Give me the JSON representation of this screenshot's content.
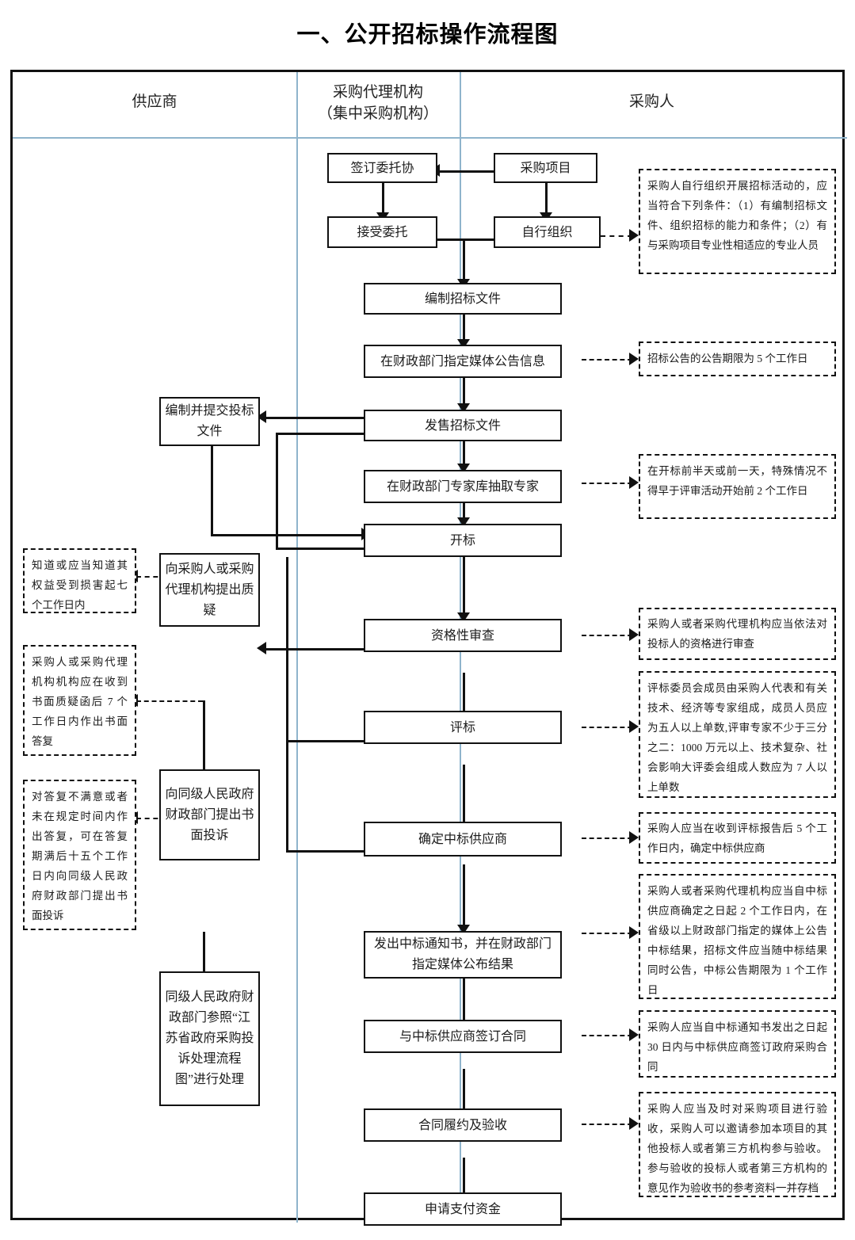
{
  "title": "一、公开招标操作流程图",
  "lanes": [
    {
      "name": "supplier",
      "label": "供应商",
      "label2": ""
    },
    {
      "name": "agency",
      "label": "采购代理机构",
      "label2": "（集中采购机构）"
    },
    {
      "name": "purchaser",
      "label": "采购人",
      "label2": ""
    }
  ],
  "boxes": {
    "sign_entrust": "签订委托协",
    "purchase_project": "采购项目",
    "accept_entrust": "接受委托",
    "self_organize": "自行组织",
    "prepare_docs": "编制招标文件",
    "announce_media": "在财政部门指定媒体公告信息",
    "issue_docs": "发售招标文件",
    "draw_experts": "在财政部门专家库抽取专家",
    "open_bid": "开标",
    "qualification": "资格性审查",
    "evaluate": "评标",
    "determine_winner": "确定中标供应商",
    "issue_notice": "发出中标通知书，并在财政部门指定媒体公布结果",
    "sign_contract": "与中标供应商签订合同",
    "perform_accept": "合同履约及验收",
    "apply_payment": "申请支付资金",
    "prepare_bid_docs": "编制并提交投标文件",
    "raise_query": "向采购人或采购代理机构提出质疑",
    "file_complaint": "向同级人民政府财政部门提出书面投诉",
    "handle_complaint": "同级人民政府财政部门参照“江苏省政府采购投诉处理流程图”进行处理"
  },
  "notes": {
    "self_organize_note": "采购人自行组织开展招标活动的，应当符合下列条件：（1）有编制招标文件、组织招标的能力和条件；（2）有与采购项目专业性相适应的专业人员",
    "announce_note": "招标公告的公告期限为 5 个工作日",
    "experts_note": "在开标前半天或前一天，特殊情况不得早于评审活动开始前 2 个工作日",
    "qualification_note": "采购人或者采购代理机构应当依法对投标人的资格进行审查",
    "evaluate_note": "评标委员会成员由采购人代表和有关技术、经济等专家组成，成员人员应为五人以上单数,评审专家不少于三分之二：1000 万元以上、技术复杂、社会影响大评委会组成人数应为 7 人以上单数",
    "determine_note": "采购人应当在收到评标报告后 5 个工作日内，确定中标供应商",
    "notice_note": "采购人或者采购代理机构应当自中标供应商确定之日起 2 个工作日内，在省级以上财政部门指定的媒体上公告中标结果，招标文件应当随中标结果同时公告，中标公告期限为 1 个工作日",
    "contract_note": "采购人应当自中标通知书发出之日起 30 日内与中标供应商签订政府采购合同",
    "acceptance_note": "采购人应当及时对采购项目进行验收，采购人可以邀请参加本项目的其他投标人或者第三方机构参与验收。参与验收的投标人或者第三方机构的意见作为验收书的参考资料一并存档",
    "query_deadline_note": "知道或应当知道其权益受到损害起七个工作日内",
    "query_reply_note": "采购人或采购代理机构机构应在收到书面质疑函后 7 个工作日内作出书面答复",
    "complaint_note": "对答复不满意或者未在规定时间内作出答复，可在答复期满后十五个工作日内向同级人民政府财政部门提出书面投诉"
  },
  "colors": {
    "line": "#111111",
    "lane_divider": "#8fb4cc",
    "background": "#ffffff"
  }
}
